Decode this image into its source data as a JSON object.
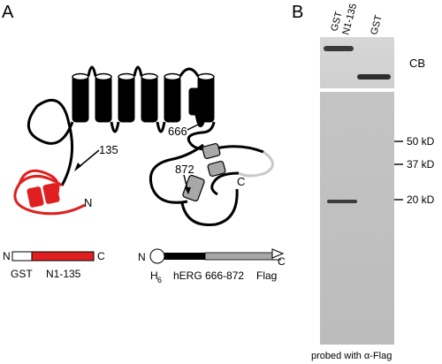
{
  "panel_a": {
    "label": "A",
    "cterm_label_135": "135",
    "n_label_red": "N",
    "label_666": "666",
    "label_872": "872",
    "c_label_right": "C",
    "bar_left": {
      "n": "N",
      "c": "C",
      "gst": "GST",
      "region": "N1-135"
    },
    "bar_right": {
      "n": "N",
      "c": "C",
      "h": "H",
      "h_sub": "6",
      "region": "hERG 666-872",
      "flag": "Flag"
    }
  },
  "panel_b": {
    "label": "B",
    "lane_1_line1": "GST",
    "lane_1_line2": "N1-135",
    "lane_2": "GST",
    "cb_label": "CB",
    "markers": [
      "50 kD",
      "37 kD",
      "20 kD"
    ],
    "footer": "probed with α-Flag"
  },
  "colors": {
    "red": "#e02020",
    "gray_helix": "#a8a8a8",
    "light_loop": "#c8c8c8",
    "black": "#000000"
  }
}
